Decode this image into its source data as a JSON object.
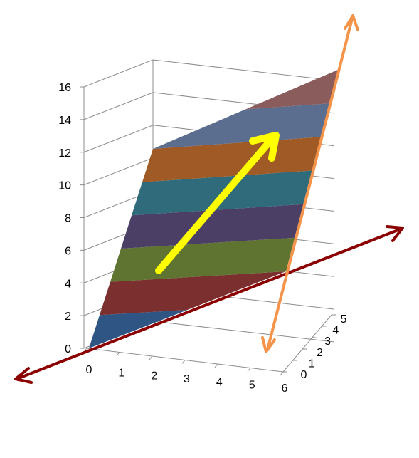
{
  "chart_data": {
    "type": "surface",
    "title": "",
    "x_ticks": [
      "0",
      "1",
      "2",
      "3",
      "4",
      "5",
      "6"
    ],
    "y_ticks": [
      "0",
      "1",
      "2",
      "3",
      "4",
      "5"
    ],
    "z_ticks": [
      "0",
      "2",
      "4",
      "6",
      "8",
      "10",
      "12",
      "14",
      "16"
    ],
    "zlim": [
      0,
      16
    ],
    "grid": true,
    "bands": [
      {
        "range": [
          0,
          2
        ],
        "color": "#2e5583"
      },
      {
        "range": [
          2,
          4
        ],
        "color": "#7b2f2e"
      },
      {
        "range": [
          4,
          6
        ],
        "color": "#5f7431"
      },
      {
        "range": [
          6,
          8
        ],
        "color": "#4c3f66"
      },
      {
        "range": [
          8,
          10
        ],
        "color": "#2f6b7a"
      },
      {
        "range": [
          10,
          12
        ],
        "color": "#a05a25"
      },
      {
        "range": [
          12,
          14
        ],
        "color": "#5b6e8f"
      },
      {
        "range": [
          14,
          16
        ],
        "color": "#8a5c5c"
      }
    ],
    "overlays": [
      {
        "name": "horizontal-axis-line",
        "color": "#8b0000",
        "style": "double-arrow"
      },
      {
        "name": "vertical-axis-line",
        "color": "#f4934a",
        "style": "double-arrow"
      },
      {
        "name": "gradient-arrow",
        "color": "#ffff00",
        "style": "single-arrow"
      }
    ]
  }
}
